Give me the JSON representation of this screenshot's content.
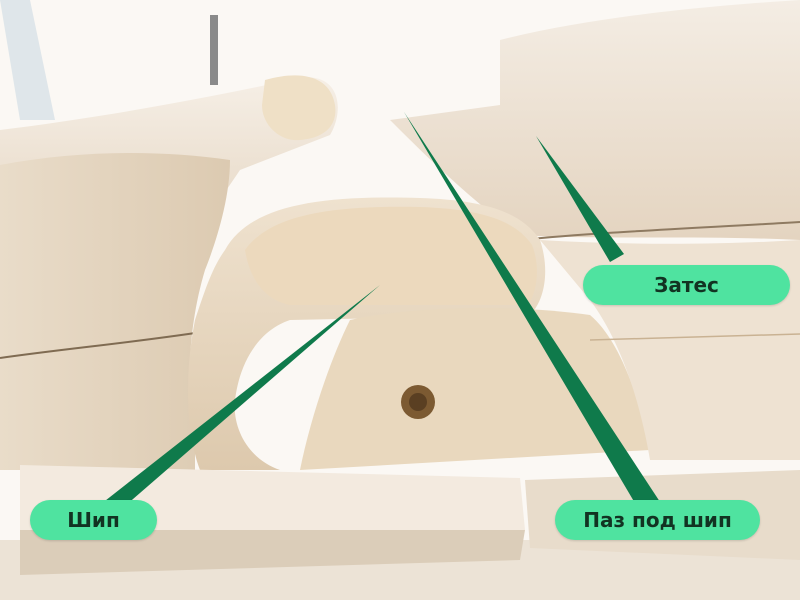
{
  "annotations": {
    "zates": {
      "text": "Затес"
    },
    "ship": {
      "text": "Шип"
    },
    "paz": {
      "text": "Паз под шип"
    }
  },
  "colors": {
    "pointer": "#0f7a4b",
    "label_bg": "#4fe3a0",
    "label_text": "#123322",
    "wood_light": "#f1e8dc",
    "wood_mid": "#e6d6c2",
    "wood_dark": "#d8c4a8",
    "sky": "#ffffff"
  }
}
